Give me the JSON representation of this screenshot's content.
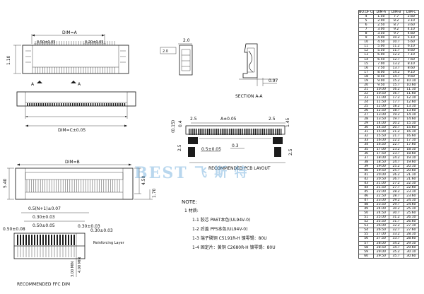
{
  "labels": {
    "dim_a": "DIM=A",
    "pitch_left": "0.50±0.05",
    "pitch_right": "0.20±0.05",
    "height_110": "1.10",
    "mark_a_left": "A",
    "mark_a_right": "A",
    "dim_c": "DIM=C±0.05",
    "dim_b": "DIM=B",
    "h_540": "5.40",
    "h_450": "4.50",
    "h_170": "1.70",
    "side_20": "2.0",
    "side_20_box": "2.0",
    "side_097": "0.97",
    "section": "SECTION A-A",
    "pcb_015": "(0.15)",
    "pcb_04": "0.4",
    "pcb_25": "2.5",
    "pcb_25a": "2.5",
    "pcb_25l": "2.5",
    "pcb_25r": "2.5",
    "pcb_145": "1.45",
    "pcb_a": "A±0.05",
    "pcb_05": "0.5±0.05",
    "pcb_03": "0.3",
    "pcb_title": "RECOMMENDED PCB LAYOUT",
    "ffc_1": "0.5(N+1)±0.07",
    "ffc_2": "0.30±0.03",
    "ffc_3": "0.50±0.05",
    "ffc_4": "0.50±0.08",
    "ffc_5": "0.30±0.03",
    "ffc_6": "0.30±0.03",
    "ffc_7": "4.00 MIN",
    "ffc_8": "3.00 MIN",
    "ffc_9": "Reinforcing Layer",
    "ffc_title": "RECOMMENDED FFC DIM",
    "watermark_latin": "BEST",
    "watermark_cjk": "飞 斯 特"
  },
  "note": {
    "title": "NOTE:",
    "heading": "1  材质:",
    "lines": [
      "1-1  胶芯 PA6T本色(UL94V-0)",
      "1-2  后盖 PPS本色(UL94V-0)",
      "1-3  端子磷铜 C5191R-H 镀零锡：80U",
      "1-4  固定片：黄铜 C2680R-H 镀零锡：80U"
    ]
  },
  "table": {
    "headers": [
      "NO.OF CKT",
      "DIM-A",
      "DIM-B",
      "DIM-C"
    ],
    "rows": [
      [
        "4",
        "1.50",
        "7.7",
        "2.60"
      ],
      [
        "5",
        "2.00",
        "8.2",
        "3.10"
      ],
      [
        "6",
        "2.50",
        "8.7",
        "3.60"
      ],
      [
        "7",
        "3.00",
        "9.2",
        "4.10"
      ],
      [
        "8",
        "3.50",
        "9.7",
        "4.60"
      ],
      [
        "9",
        "4.00",
        "10.2",
        "5.10"
      ],
      [
        "10",
        "4.50",
        "10.7",
        "5.60"
      ],
      [
        "11",
        "5.00",
        "11.2",
        "6.10"
      ],
      [
        "12",
        "5.50",
        "11.7",
        "6.60"
      ],
      [
        "13",
        "6.00",
        "12.2",
        "7.10"
      ],
      [
        "14",
        "6.50",
        "12.7",
        "7.60"
      ],
      [
        "15",
        "7.00",
        "13.2",
        "8.10"
      ],
      [
        "16",
        "7.50",
        "13.7",
        "8.60"
      ],
      [
        "17",
        "8.00",
        "14.2",
        "9.10"
      ],
      [
        "18",
        "8.50",
        "14.7",
        "9.60"
      ],
      [
        "19",
        "9.00",
        "15.2",
        "10.10"
      ],
      [
        "20",
        "9.50",
        "15.7",
        "10.60"
      ],
      [
        "21",
        "10.00",
        "16.2",
        "11.10"
      ],
      [
        "22",
        "10.50",
        "16.7",
        "11.60"
      ],
      [
        "23",
        "11.00",
        "17.2",
        "12.10"
      ],
      [
        "24",
        "11.50",
        "17.7",
        "12.60"
      ],
      [
        "25",
        "12.00",
        "18.2",
        "13.10"
      ],
      [
        "26",
        "12.50",
        "18.7",
        "13.60"
      ],
      [
        "27",
        "13.00",
        "19.2",
        "14.10"
      ],
      [
        "28",
        "13.50",
        "19.7",
        "14.60"
      ],
      [
        "29",
        "14.00",
        "20.2",
        "15.10"
      ],
      [
        "30",
        "14.50",
        "20.7",
        "15.60"
      ],
      [
        "31",
        "15.00",
        "21.2",
        "16.10"
      ],
      [
        "32",
        "15.50",
        "21.7",
        "16.60"
      ],
      [
        "33",
        "16.00",
        "22.2",
        "17.10"
      ],
      [
        "34",
        "16.50",
        "22.7",
        "17.60"
      ],
      [
        "35",
        "17.00",
        "23.2",
        "18.10"
      ],
      [
        "36",
        "17.50",
        "23.7",
        "18.60"
      ],
      [
        "37",
        "18.00",
        "24.2",
        "19.10"
      ],
      [
        "38",
        "18.50",
        "24.7",
        "19.60"
      ],
      [
        "39",
        "19.00",
        "25.2",
        "20.10"
      ],
      [
        "40",
        "19.50",
        "25.7",
        "20.60"
      ],
      [
        "41",
        "20.00",
        "26.2",
        "21.10"
      ],
      [
        "42",
        "20.50",
        "26.7",
        "21.60"
      ],
      [
        "43",
        "21.00",
        "27.2",
        "22.10"
      ],
      [
        "44",
        "21.50",
        "27.7",
        "22.60"
      ],
      [
        "45",
        "22.00",
        "28.2",
        "23.10"
      ],
      [
        "46",
        "22.50",
        "28.7",
        "23.60"
      ],
      [
        "47",
        "23.00",
        "29.2",
        "24.10"
      ],
      [
        "48",
        "23.50",
        "29.7",
        "24.60"
      ],
      [
        "49",
        "24.00",
        "30.2",
        "25.10"
      ],
      [
        "50",
        "24.50",
        "30.7",
        "25.60"
      ],
      [
        "51",
        "25.00",
        "31.2",
        "26.10"
      ],
      [
        "52",
        "25.50",
        "31.7",
        "26.60"
      ],
      [
        "53",
        "26.00",
        "32.2",
        "27.10"
      ],
      [
        "54",
        "26.50",
        "32.7",
        "27.60"
      ],
      [
        "55",
        "27.00",
        "33.2",
        "28.10"
      ],
      [
        "56",
        "27.50",
        "33.7",
        "28.60"
      ],
      [
        "57",
        "28.00",
        "34.2",
        "29.10"
      ],
      [
        "58",
        "28.50",
        "34.7",
        "29.60"
      ],
      [
        "59",
        "29.00",
        "35.2",
        "30.10"
      ],
      [
        "60",
        "29.50",
        "35.7",
        "30.60"
      ]
    ]
  }
}
